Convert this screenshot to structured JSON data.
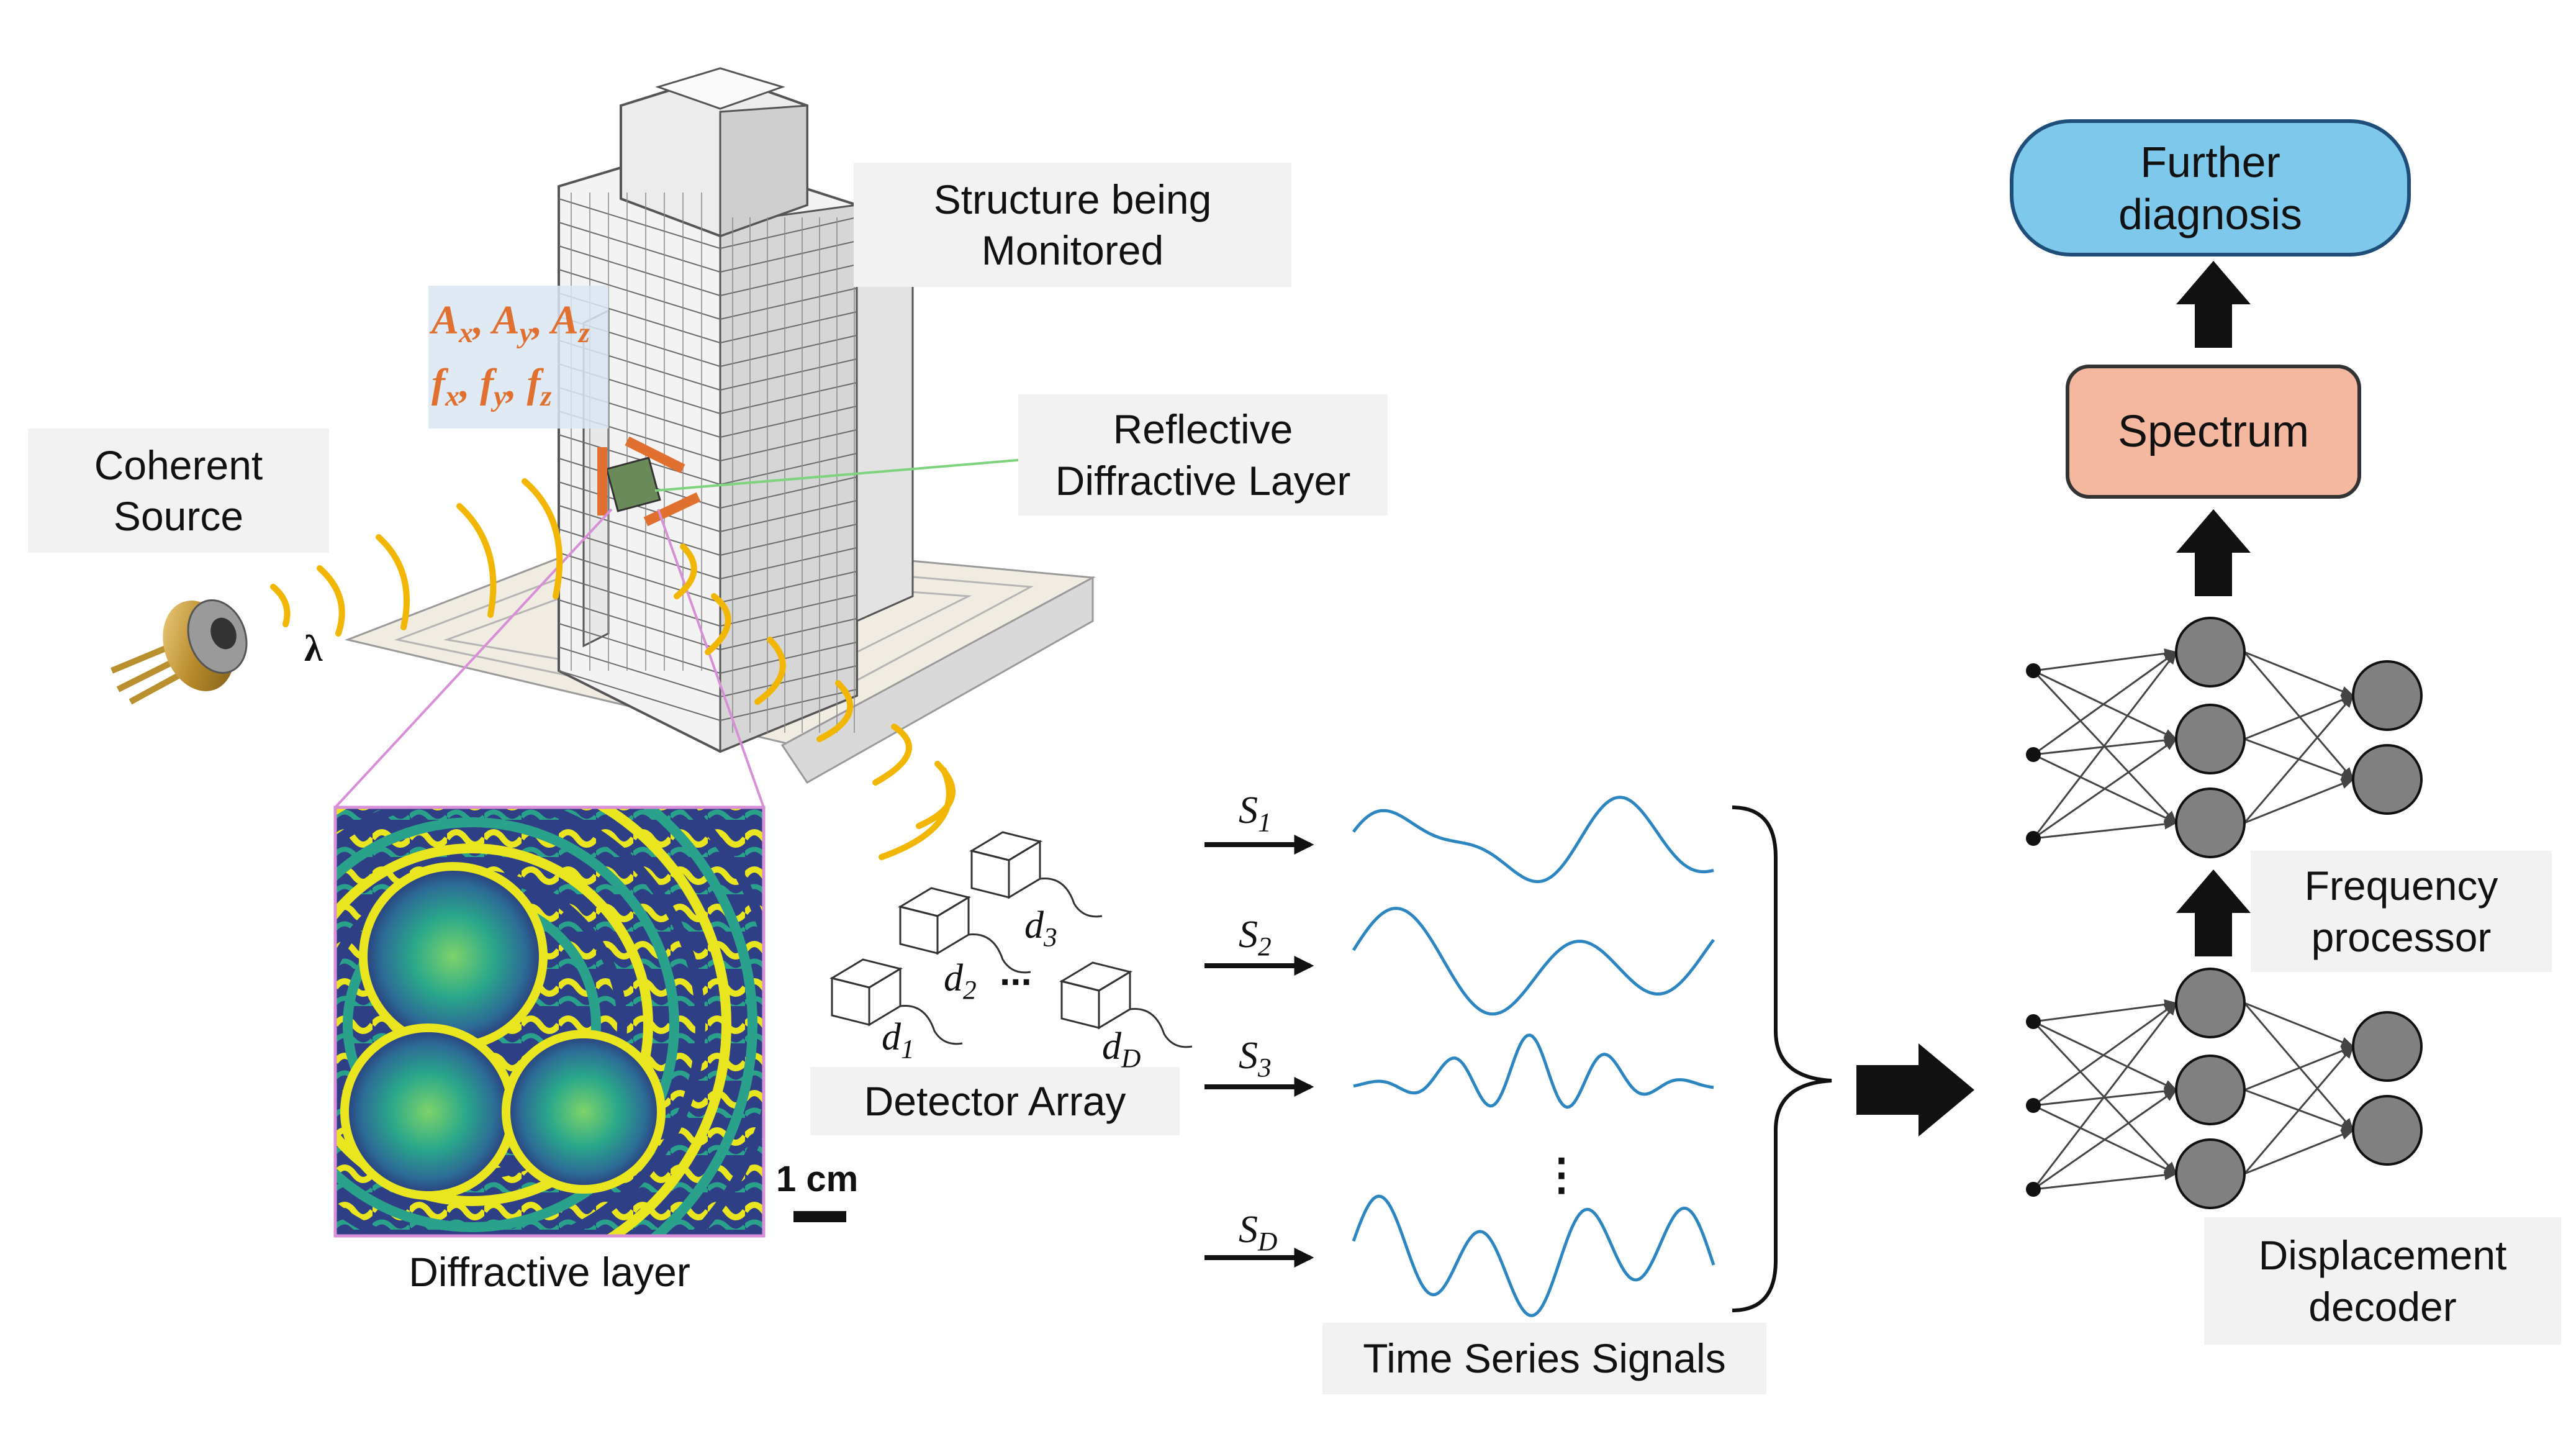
{
  "labels": {
    "structure_line1": "Structure being",
    "structure_line2": "Monitored",
    "coherent_line1": "Coherent",
    "coherent_line2": "Source",
    "reflective_line1": "Reflective",
    "reflective_line2": "Diffractive Layer",
    "diffractive_layer": "Diffractive layer",
    "scale_bar": "1 cm",
    "detector_array": "Detector Array",
    "time_series": "Time Series Signals",
    "frequency_line1": "Frequency",
    "frequency_line2": "processor",
    "displacement_line1": "Displacement",
    "displacement_line2": "decoder",
    "further_line1": "Further",
    "further_line2": "diagnosis",
    "spectrum": "Spectrum",
    "lambda": "λ",
    "amplitudes": "Ax, Ay, Az",
    "frequencies": "fx, fy, fz",
    "ellipsis": "...",
    "vdots": "⋮"
  },
  "detectors": [
    "d1",
    "d2",
    "d3",
    "dD"
  ],
  "signals": [
    "S1",
    "S2",
    "S3",
    "SD"
  ],
  "colors": {
    "further_fill": "#7ec8ec",
    "further_stroke": "#1f4e79",
    "spectrum_fill": "#f4b8a0",
    "spectrum_stroke": "#333333",
    "neuron_fill": "#808080",
    "signal_blue": "#2e86c1",
    "beam_yellow": "#f2b705",
    "accent_orange": "#e07030",
    "guide_pink": "#d88fd8",
    "guide_green": "#7fd37f"
  }
}
